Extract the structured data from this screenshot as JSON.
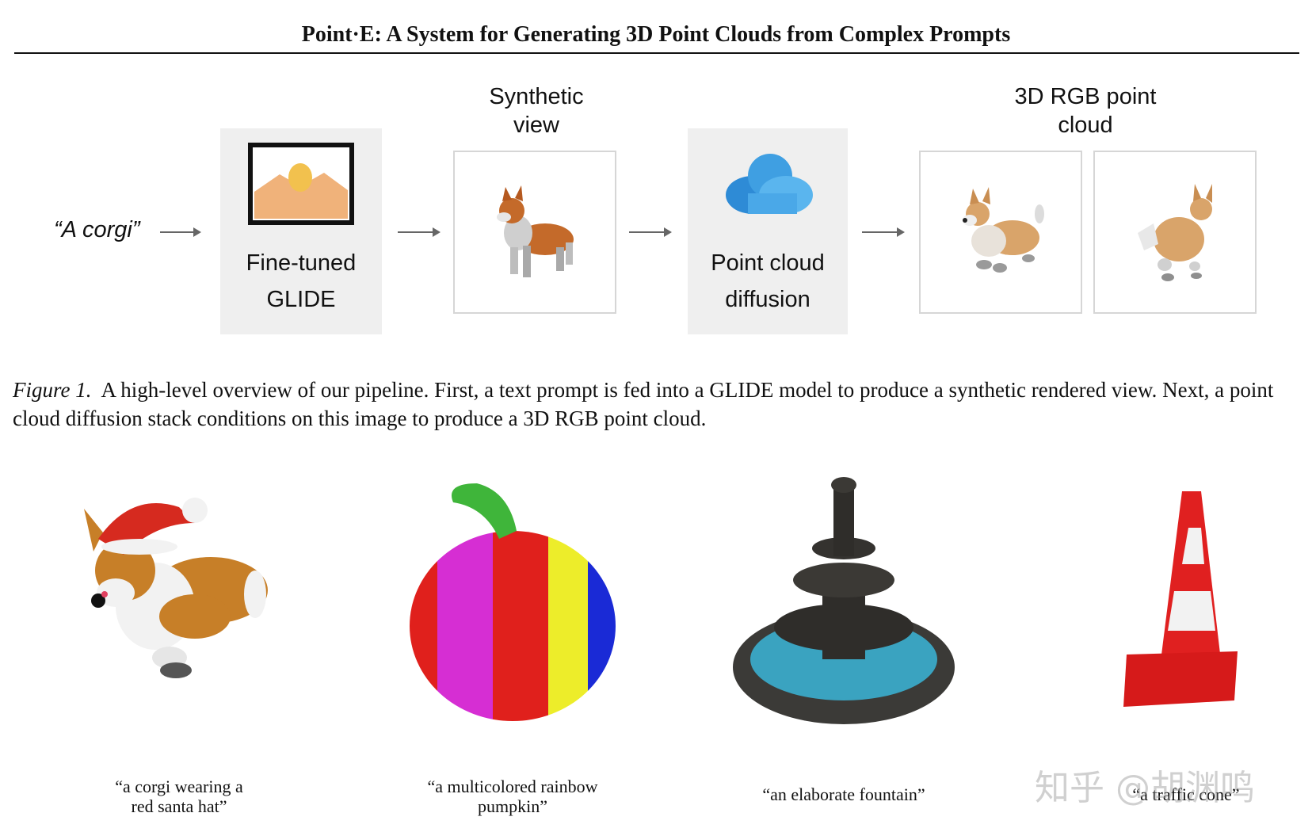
{
  "paper": {
    "title": "Point·E: A System for Generating 3D Point Clouds from Complex Prompts"
  },
  "figure1": {
    "prompt": "“A corgi”",
    "stages": [
      {
        "label_line1": "Fine-tuned",
        "label_line2": "GLIDE"
      },
      {
        "label_line1": "Point cloud",
        "label_line2": "diffusion"
      }
    ],
    "synthetic_view_label_line1": "Synthetic",
    "synthetic_view_label_line2": "view",
    "rgb_label_line1": "3D RGB point",
    "rgb_label_line2": "cloud",
    "caption_label": "Figure 1.",
    "caption_text": "A high-level overview of our pipeline. First, a text prompt is fed into a GLIDE model to produce a synthetic rendered view. Next, a point cloud diffusion stack conditions on this image to produce a 3D RGB point cloud."
  },
  "samples": [
    {
      "line1": "“a corgi wearing a",
      "line2": "red santa hat”"
    },
    {
      "line1": "“a multicolored rainbow",
      "line2": "pumpkin”"
    },
    {
      "line1": "“an elaborate fountain”",
      "line2": ""
    },
    {
      "line1": "“a traffic cone”",
      "line2": ""
    }
  ],
  "watermark": "知乎 @胡渊鸣",
  "colors": {
    "stage_bg": "#efefef",
    "cloud": "#3f9fe2",
    "image_sun": "#f2c14e",
    "image_hill": "#f0b27a"
  }
}
